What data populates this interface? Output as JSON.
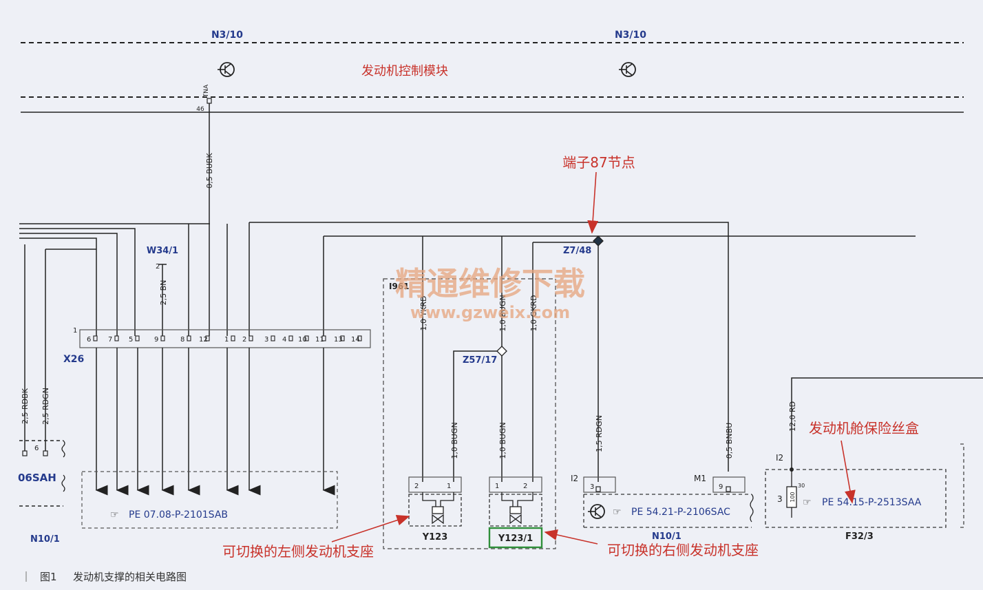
{
  "header": {
    "module_id_left": "N3/10",
    "module_id_right": "N3/10",
    "module_name": "发动机控制模块"
  },
  "ecu_connector": {
    "pin": "46",
    "pin_label": "TNA"
  },
  "wires": {
    "ecu": "0,5 BUBK",
    "w34": "2,5 BN",
    "rdbk": "2,5 RDBK",
    "rdgn": "2,5 RDGN",
    "ykrd": "1,0 YKRD",
    "bugn_a": "1,0 BUGN",
    "gkrd": "1,0 GKRD",
    "bugn_b": "1,0 BUGN",
    "bugn_c": "1,0 BUGN",
    "rdgn_15": "1,5 RDGN",
    "bnbu": "0,5 BNBU",
    "rd_12": "12,0 RD"
  },
  "labels": {
    "w34_id": "W34/1",
    "w34_pin": "2",
    "x26_id": "X26",
    "x26_first": "1",
    "x26_pins": [
      "6",
      "7",
      "5",
      "9",
      "8",
      "12",
      "1",
      "2",
      "3",
      "4",
      "10",
      "11",
      "13",
      "14"
    ],
    "splice_z7": "Z7/48",
    "splice_z57": "Z57/17",
    "frame_i": "I961",
    "n10_left_pin": "6",
    "n10_left_code": "06SAH",
    "n10_left_id": "N10/1",
    "pe_left": "PE 07.08-P-2101SAB",
    "y123_pin_a": "2",
    "y123_pin_b": "1",
    "y123_id": "Y123",
    "y1231_pin_a": "1",
    "y1231_pin_b": "2",
    "y1231_id": "Y123/1",
    "n10_right_i2": "I2",
    "n10_right_pin3": "3",
    "n10_right_m1": "M1",
    "n10_right_pin9": "9",
    "pe_right": "PE 54.21-P-2106SAC",
    "n10_right_id": "N10/1",
    "f32_i2": "I2",
    "f32_pin": "3",
    "f32_fuse": "30",
    "f32_fuse_val": "100",
    "pe_fuse": "PE 54.15-P-2513SAA",
    "f32_id": "F32/3"
  },
  "annotations": {
    "terminal87": "端子87节点",
    "fusebox": "发动机舱保险丝盒",
    "left_mount": "可切换的左侧发动机支座",
    "right_mount": "可切换的右侧发动机支座"
  },
  "watermark": {
    "title": "精通维修下载",
    "url": "www.gzweix.com"
  },
  "caption": {
    "number": "图1",
    "text": "发动机支撑的相关电路图"
  },
  "colors": {
    "blue": "#243a8c",
    "red": "#c8322a",
    "green": "#2f8f3a",
    "wire": "#222222"
  }
}
